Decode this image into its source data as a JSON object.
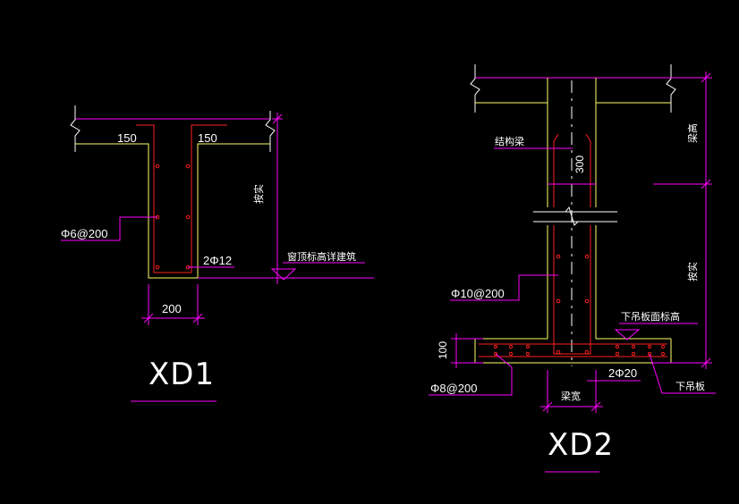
{
  "colors": {
    "background": "#000000",
    "dimension": "#ff00ff",
    "concrete": "#ffff66",
    "rebar": "#ff2020",
    "text": "#ffffff"
  },
  "xd1": {
    "title": "XD1",
    "dim_left": "150",
    "dim_right": "150",
    "dim_width": "200",
    "dim_height": "按实",
    "stirrup_label": "Φ6@200",
    "bottom_bar_label": "2Φ12",
    "elevation_note": "窗顶标高详建筑"
  },
  "xd2": {
    "title": "XD2",
    "beam_label": "结构梁",
    "beam_dim": "300",
    "height_top": "梁高",
    "height_bottom": "按实",
    "stirrup_label": "Φ10@200",
    "slab_elevation": "下吊板面标高",
    "slab_thickness": "100",
    "slab_rebar_label": "Φ8@200",
    "beam_width": "梁宽",
    "bottom_bar_label": "2Φ20",
    "slab_label": "下吊板"
  }
}
